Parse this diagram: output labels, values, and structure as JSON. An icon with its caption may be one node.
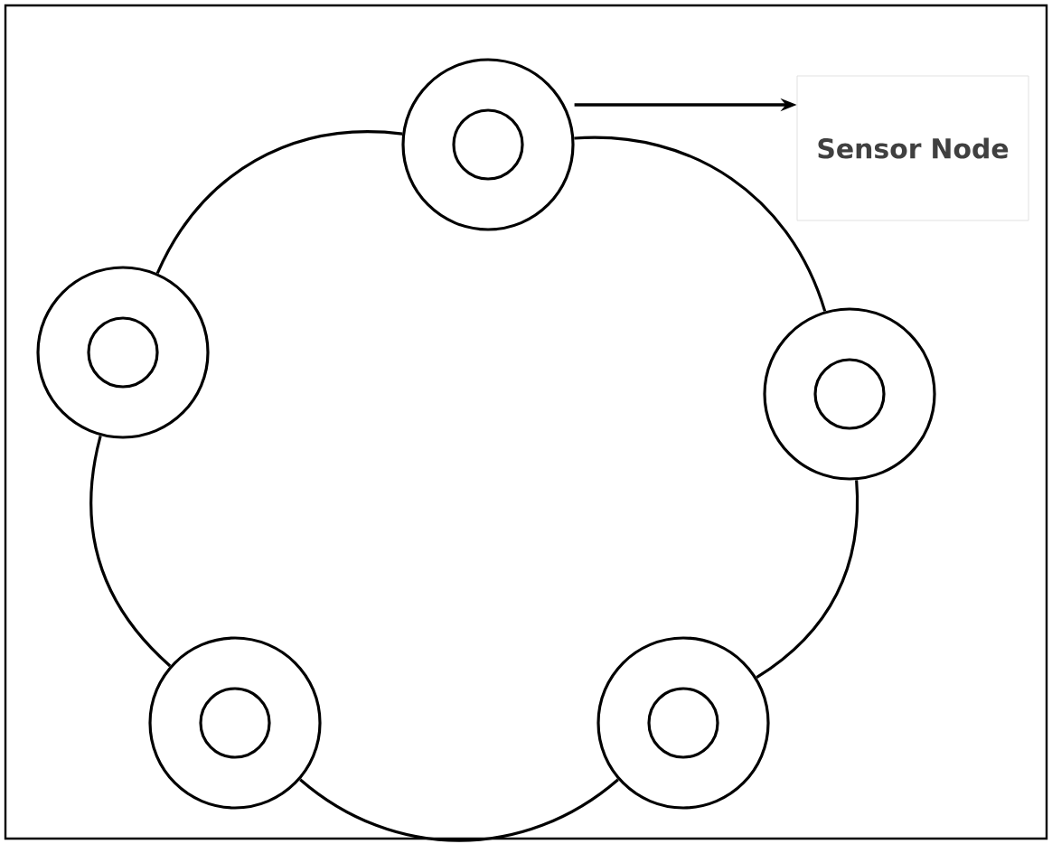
{
  "diagram": {
    "nodes": [
      {
        "text": [],
        "shape": "circle"
      },
      {
        "text": [
          "Sensor Node"
        ]
      },
      {
        "text": [],
        "shape": "circle"
      },
      {
        "text": [],
        "shape": "circle"
      },
      {
        "text": [],
        "shape": "circle"
      },
      {
        "text": [],
        "shape": "circle"
      }
    ],
    "edges": [
      {
        "from": 0,
        "to": 1,
        "arrow": "to"
      },
      {
        "from": 0,
        "to": 3,
        "arrow": "none"
      },
      {
        "from": 3,
        "to": 5,
        "arrow": "none"
      },
      {
        "from": 5,
        "to": 4,
        "arrow": "none"
      },
      {
        "from": 4,
        "to": 2,
        "arrow": "none"
      },
      {
        "from": 2,
        "to": 0,
        "arrow": "none"
      }
    ]
  }
}
